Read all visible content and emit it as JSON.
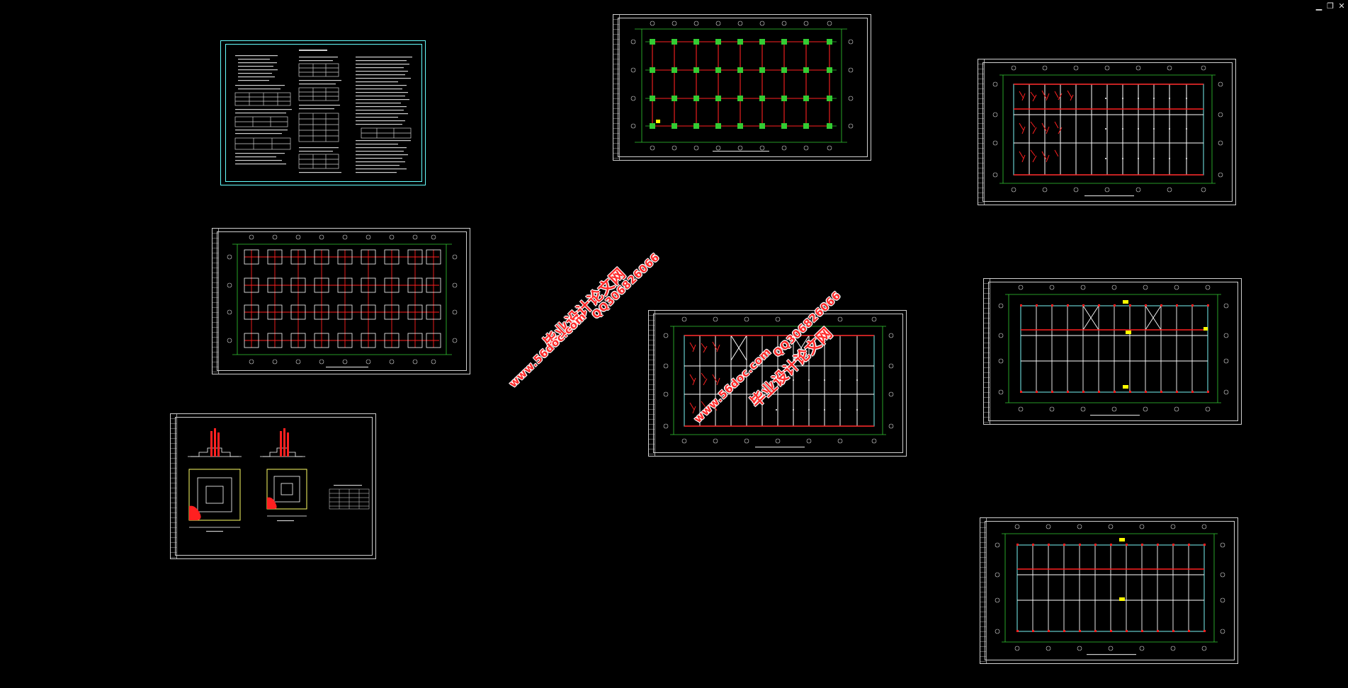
{
  "window": {
    "controls": {
      "minimize": "▁",
      "restore": "❐",
      "close": "✕"
    }
  },
  "colors": {
    "background": "#000000",
    "grid_green": "#33cc33",
    "beam_red": "#ff2020",
    "column_white": "#ffffff",
    "slab_cyan": "#66cccc",
    "watermark_red": "#ff2a2a"
  },
  "sheets": [
    {
      "id": "general-notes",
      "kind": "notes"
    },
    {
      "id": "column-layout-plan",
      "kind": "plan"
    },
    {
      "id": "floor-structure-plan-a",
      "kind": "plan"
    },
    {
      "id": "foundation-plan",
      "kind": "plan"
    },
    {
      "id": "floor-structure-plan-b",
      "kind": "plan"
    },
    {
      "id": "beam-plan-a",
      "kind": "plan"
    },
    {
      "id": "foundation-detail",
      "kind": "detail"
    },
    {
      "id": "beam-plan-b",
      "kind": "plan"
    }
  ],
  "watermarks": [
    {
      "cn": "毕业设计论文网",
      "en": "www.56doc.com",
      "qq": "QQ306826066"
    },
    {
      "cn": "毕业设计论文网",
      "en": "www.56doc.com",
      "qq": "QQ306826066"
    }
  ]
}
